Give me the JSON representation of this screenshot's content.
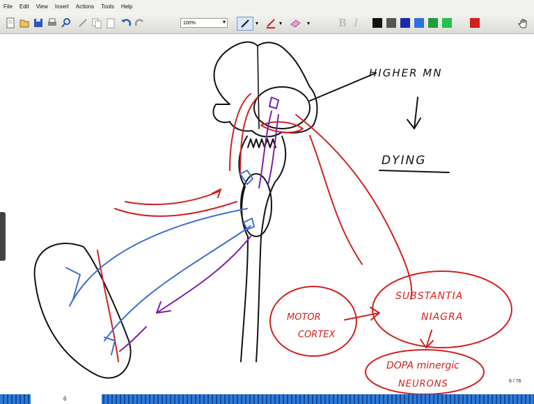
{
  "menu": [
    "File",
    "Edit",
    "View",
    "Insert",
    "Actions",
    "Tools",
    "Help"
  ],
  "toolbar": {
    "zoom_value": "100%",
    "icons": [
      "new-page-icon",
      "open-icon",
      "save-icon",
      "print-icon",
      "find-icon",
      "pen-icon",
      "copy-icon",
      "paste-icon",
      "undo-icon",
      "redo-icon"
    ],
    "bold": "B",
    "italic": "I",
    "swatches": [
      "#111111",
      "#555555",
      "#1f2aa8",
      "#2e6fe0",
      "#1e9e3a",
      "#22c24a",
      "#d21f1f"
    ]
  },
  "drawing": {
    "annotation_top": "HIGHER MN",
    "arrow": "↓",
    "annotation_dying": "DYING",
    "motor_line1": "MOTOR",
    "motor_line2": "CORTEX",
    "subst_line1": "SUBSTANTIA",
    "subst_line2": "NIAGRA",
    "dopa_line1": "DOPA minergic",
    "dopa_line2": "NEURONS"
  },
  "status": {
    "page": "6 / 76"
  },
  "thumbstrip": {
    "label": "6"
  },
  "colors": {
    "ink_black": "#111111",
    "ink_red": "#d22020",
    "ink_blue": "#3f6fd0",
    "ink_purple": "#7a1fa8"
  }
}
